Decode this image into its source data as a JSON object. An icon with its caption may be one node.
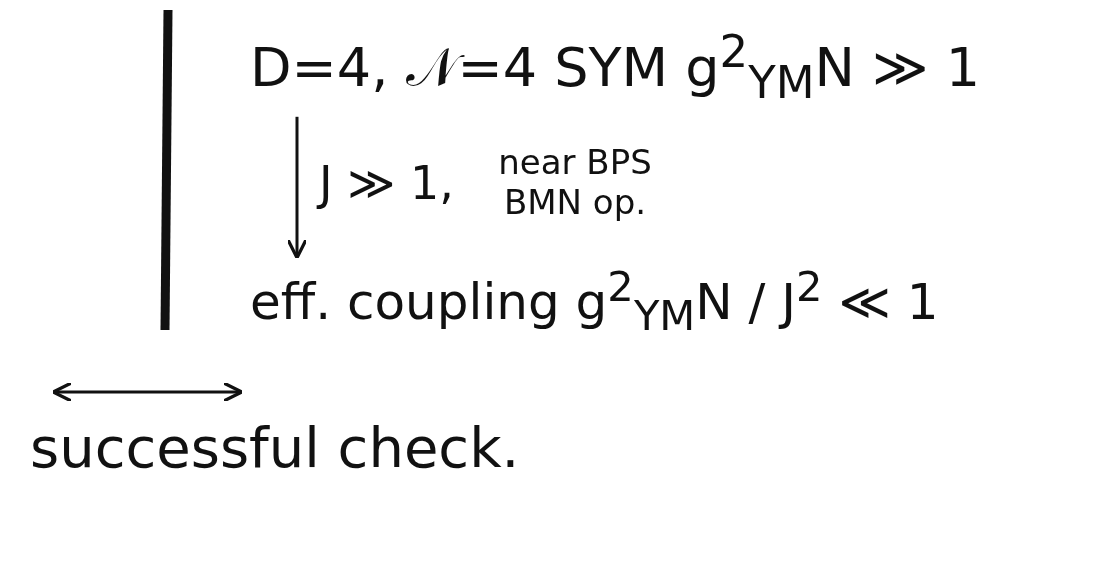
{
  "diagram": {
    "nodes": [
      {
        "text": [
          "D=4, 𝒩=4 SYM   g$^{2}$$_{YM}$N ≫ 1"
        ]
      },
      {
        "text": [
          "eff. coupling  g$^{2}$$_{YM}$N / J$^{2}$ ≪ 1"
        ]
      }
    ],
    "edges": [
      {
        "from": 0,
        "to": 1,
        "arrow": "to",
        "label": "J ≫ 1,"
      }
    ],
    "labels": [
      "near BPS BMN op.",
      "successful check."
    ]
  }
}
